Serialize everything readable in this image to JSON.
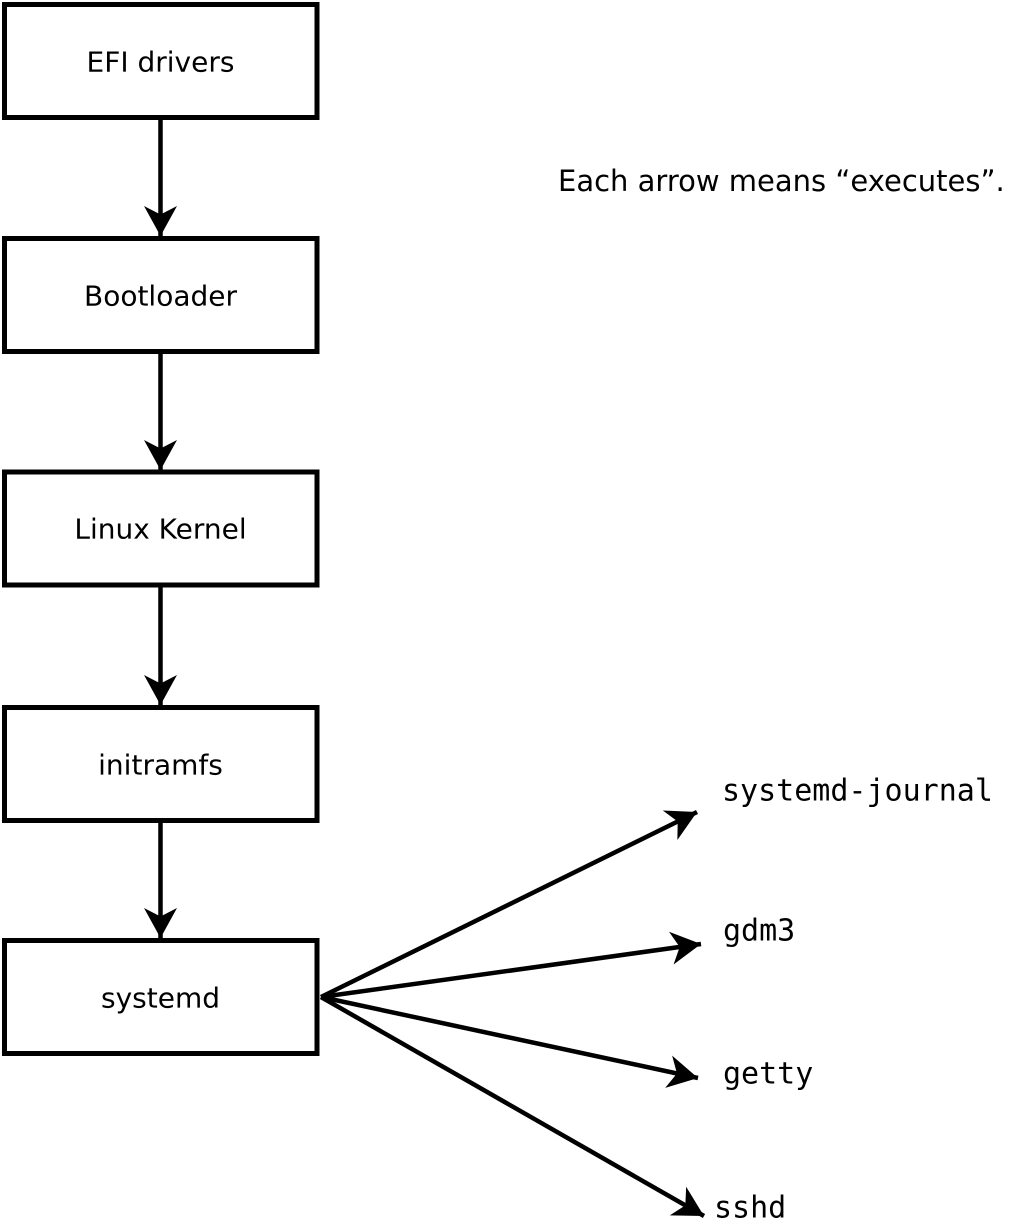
{
  "diagram": {
    "annotation": "Each arrow means “executes”.",
    "flow_boxes": [
      {
        "label": "EFI drivers"
      },
      {
        "label": "Bootloader"
      },
      {
        "label": "Linux Kernel"
      },
      {
        "label": "initramfs"
      },
      {
        "label": "systemd"
      }
    ],
    "spawned_processes": [
      {
        "label": "systemd-journal"
      },
      {
        "label": "gdm3"
      },
      {
        "label": "getty"
      },
      {
        "label": "sshd"
      }
    ],
    "colors": {
      "line": "#000000",
      "box_fill": "#ffffff",
      "box_border": "#000000",
      "text": "#000000",
      "background": "#ffffff"
    }
  }
}
